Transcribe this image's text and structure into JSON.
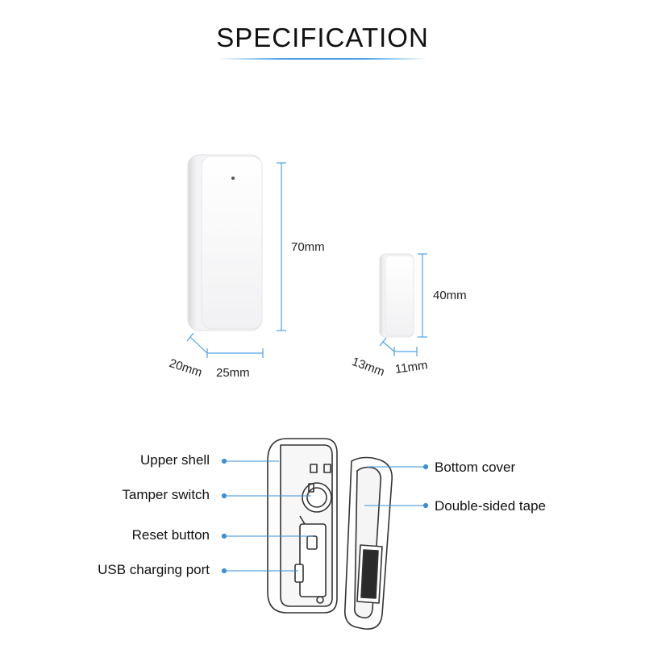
{
  "title": "SPECIFICATION",
  "colors": {
    "accent": "#4da3e8",
    "callout_dot": "#3b8fd6"
  },
  "sensor": {
    "height": "70mm",
    "depth": "20mm",
    "width": "25mm"
  },
  "magnet": {
    "height": "40mm",
    "depth": "13mm",
    "width": "11mm"
  },
  "callouts_left": [
    "Upper shell",
    "Tamper switch",
    "Reset button",
    "USB charging port"
  ],
  "callouts_right": [
    "Bottom cover",
    "Double-sided tape"
  ]
}
